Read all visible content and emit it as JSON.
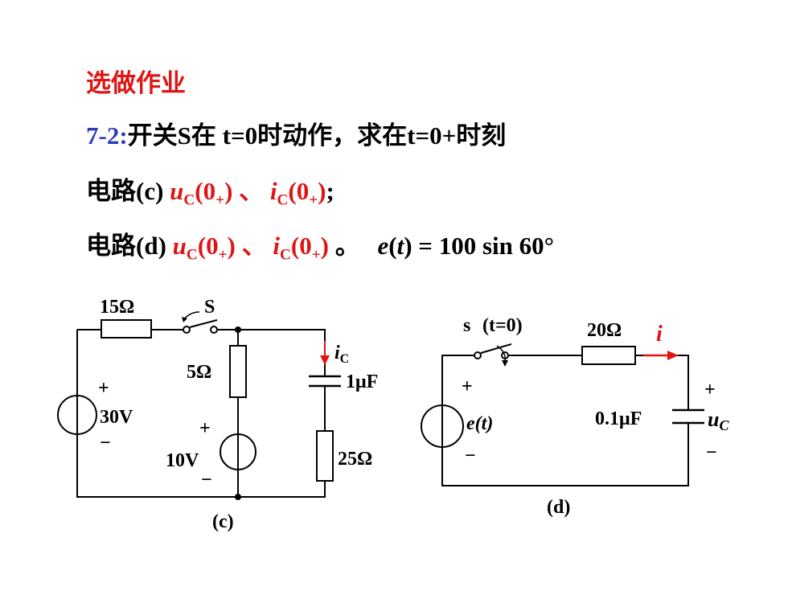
{
  "heading": "选做作业",
  "problem": {
    "number": "7-2:",
    "text": "开关S在 t=0时动作，求在t=0+时刻"
  },
  "line_c": {
    "prefix": "电路(c)",
    "uc_var": "u",
    "uc_sub": "C",
    "uc_arg_open": "(0",
    "uc_arg_sub": "+",
    "uc_arg_close": ")",
    "sep": "、",
    "ic_var": "i",
    "ic_sub": "C",
    "ic_arg_open": "(0",
    "ic_arg_sub": "+",
    "ic_arg_close": ")",
    "end": ";"
  },
  "line_d": {
    "prefix": "电路(d)",
    "uc_var": "u",
    "uc_sub": "C",
    "uc_arg_open": "(0",
    "uc_arg_sub": "+",
    "uc_arg_close": ")",
    "sep": "、",
    "ic_var": "i",
    "ic_sub": "C",
    "ic_arg_open": "(0",
    "ic_arg_sub": "+",
    "ic_arg_close": ")",
    "end": "。",
    "eq_lhs_e": "e",
    "eq_lhs_open": "(",
    "eq_lhs_t": "t",
    "eq_lhs_close": ")",
    "eq_rhs": " = 100 sin 60°"
  },
  "circuit_c": {
    "r1": "15Ω",
    "switch": "S",
    "r2": "5Ω",
    "ic_label": "i",
    "ic_sub": "C",
    "cap": "1μF",
    "src1_plus": "+",
    "src1_value": "30V",
    "src1_minus": "−",
    "src2_plus": "+",
    "src2_value": "10V",
    "src2_minus": "−",
    "r3": "25Ω",
    "caption": "(c)"
  },
  "circuit_d": {
    "switch_s": "s",
    "switch_t": "(t=0)",
    "r": "20Ω",
    "i_label": "i",
    "src_plus": "+",
    "src_label": "e(t)",
    "src_minus": "−",
    "cap": "0.1μF",
    "uc_plus": "+",
    "uc_var": "u",
    "uc_sub": "C",
    "uc_minus": "−",
    "caption": "(d)"
  },
  "colors": {
    "heading": "#e01414",
    "number": "#2e3bb8",
    "highlight": "#e01414",
    "wire": "#000000"
  }
}
